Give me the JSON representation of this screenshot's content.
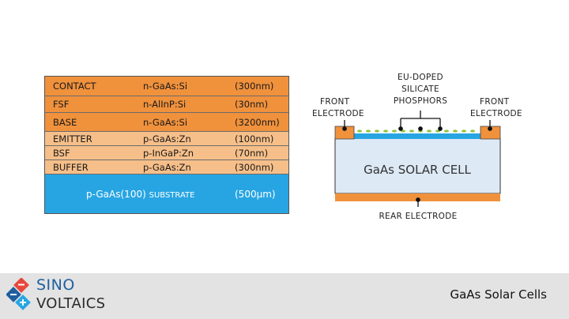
{
  "stack": {
    "layers": [
      {
        "name": "CONTACT",
        "material": "n-GaAs:Si",
        "thickness": "(300nm)"
      },
      {
        "name": "FSF",
        "material": "n-AlInP:Si",
        "thickness": "(30nm)"
      },
      {
        "name": "BASE",
        "material": "n-GaAs:Si",
        "thickness": "(3200nm)"
      },
      {
        "name": "EMITTER",
        "material": "p-GaAs:Zn",
        "thickness": "(100nm)"
      },
      {
        "name": "BSF",
        "material": "p-InGaP:Zn",
        "thickness": "(70nm)"
      },
      {
        "name": "BUFFER",
        "material": "p-GaAs:Zn",
        "thickness": "(300nm)"
      }
    ],
    "substrate": {
      "name_main": "p-GaAs(100)",
      "name_suffix": "SUBSTRATE",
      "thickness": "(500µm)"
    }
  },
  "cell": {
    "front_left_1": "FRONT",
    "front_left_2": "ELECTRODE",
    "front_right_1": "FRONT",
    "front_right_2": "ELECTRODE",
    "phosphor_1": "EU-DOPED",
    "phosphor_2": "SILICATE",
    "phosphor_3": "PHOSPHORS",
    "body_label": "GaAs SOLAR CELL",
    "rear_label": "REAR ELECTRODE"
  },
  "footer": {
    "brand_top": "SINO",
    "brand_bottom": "VOLTAICS",
    "title": "GaAs Solar Cells"
  },
  "colors": {
    "orange": "#f0913c",
    "light_orange": "#f6bf89",
    "blue": "#27a5e3",
    "green_dots": "#8dc63f"
  }
}
